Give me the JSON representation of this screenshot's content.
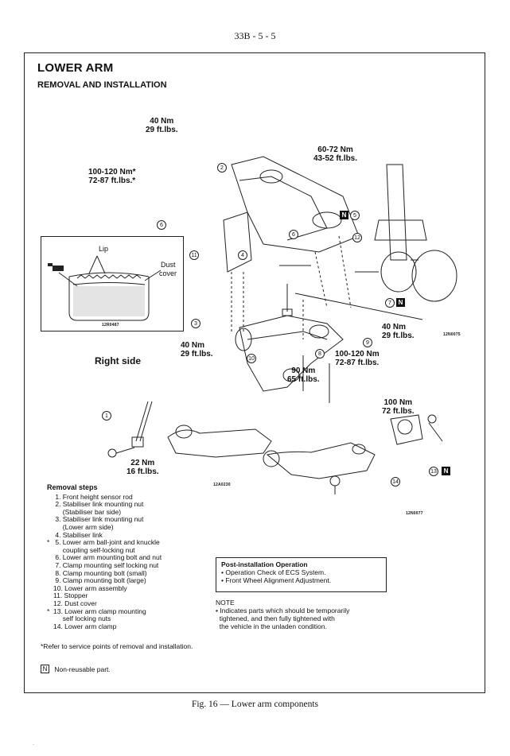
{
  "header": {
    "page_number": "33B - 5 - 5"
  },
  "title": "LOWER ARM",
  "subtitle": "REMOVAL AND INSTALLATION",
  "torques": {
    "t40_top": [
      "40 Nm",
      "29 ft.lbs."
    ],
    "t100_left": [
      "100-120 Nm*",
      "72-87 ft.lbs.*"
    ],
    "t60_right": [
      "60-72 Nm",
      "43-52 ft.lbs."
    ],
    "t40_right": [
      "40 Nm",
      "29 ft.lbs."
    ],
    "t40_mid": [
      "40 Nm",
      "29 ft.lbs."
    ],
    "t100_mid": [
      "100-120 Nm",
      "72-87 ft.lbs."
    ],
    "t90": [
      "90 Nm",
      "65 ft.lbs."
    ],
    "t22": [
      "22 Nm",
      "16 ft.lbs."
    ],
    "t100_clamp": [
      "100 Nm",
      "72 ft.lbs."
    ]
  },
  "figure_codes": {
    "main": "12N0075",
    "inset": "12R0487",
    "lower_left": "12A0230",
    "lower_right": "12N0077"
  },
  "inset_labels": {
    "lip": "Lip",
    "dust": "Dust",
    "cover": "cover"
  },
  "side_label": "Right side",
  "n_marker": "N",
  "callouts": [
    "1",
    "2",
    "3",
    "4",
    "5",
    "6",
    "7",
    "8",
    "9",
    "10",
    "11",
    "12",
    "13",
    "14"
  ],
  "removal_steps": {
    "heading": "Removal steps",
    "items": [
      {
        "star": "",
        "text": " 1. Front height sensor rod"
      },
      {
        "star": "",
        "text": " 2. Stabiliser link mounting nut"
      },
      {
        "star": "",
        "text": "     (Stabiliser bar side)"
      },
      {
        "star": "",
        "text": " 3. Stabiliser link mounting nut"
      },
      {
        "star": "",
        "text": "     (Lower arm side)"
      },
      {
        "star": "",
        "text": " 4. Stabiliser link"
      },
      {
        "star": "*",
        "text": " 5. Lower arm ball-joint and knuckle"
      },
      {
        "star": "",
        "text": "     coupling self-locking nut"
      },
      {
        "star": "",
        "text": " 6. Lower arm mounting bolt and nut"
      },
      {
        "star": "",
        "text": " 7. Clamp mounting self locking nut"
      },
      {
        "star": "",
        "text": " 8. Clamp mounting bolt (small)"
      },
      {
        "star": "",
        "text": " 9. Clamp mounting bolt (large)"
      },
      {
        "star": "",
        "text": "10. Lower arm assembly"
      },
      {
        "star": "",
        "text": "11. Stopper"
      },
      {
        "star": "",
        "text": "12. Dust cover"
      },
      {
        "star": "*",
        "text": "13. Lower arm clamp mounting"
      },
      {
        "star": "",
        "text": "     self locking nuts"
      },
      {
        "star": "",
        "text": "14. Lower arm clamp"
      }
    ]
  },
  "post_installation": {
    "heading": "Post-installation Operation",
    "items": [
      "• Operation Check of ECS System.",
      "• Front Wheel Alignment Adjustment."
    ]
  },
  "note": {
    "heading": "NOTE",
    "lines": [
      "• Indicates parts which should be temporarily",
      "  tightened, and then fully tightened with",
      "  the vehicle in the unladen condition."
    ]
  },
  "footer_star_note": "*Refer to service points of removal and installation.",
  "footer_nonreusable": "Non-reusable part.",
  "caption": "Fig. 16 — Lower arm components",
  "stray_mark": "."
}
